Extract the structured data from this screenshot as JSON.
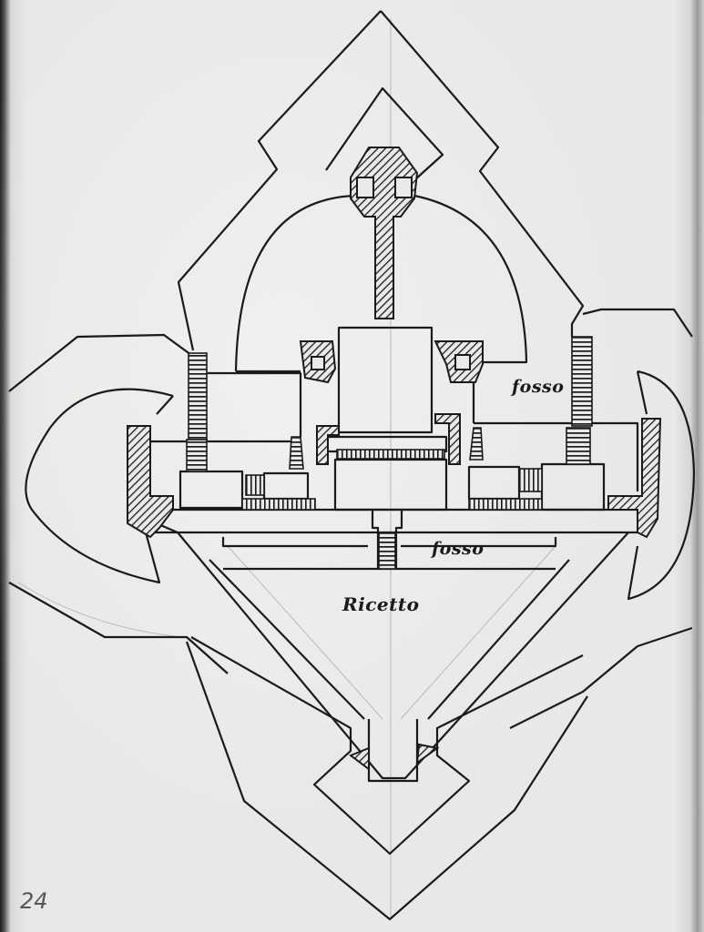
{
  "drawing": {
    "subject": "Plan of a fortress with pointed bastions",
    "labels": {
      "moat_upper_right": "fosso",
      "moat_lower": "fosso",
      "inner_court": "Ricetto"
    },
    "page_number": "24",
    "colors": {
      "paper": "#e9e9e7",
      "ink": "#1a1a1a",
      "pencil": "#b9b9b7"
    }
  }
}
